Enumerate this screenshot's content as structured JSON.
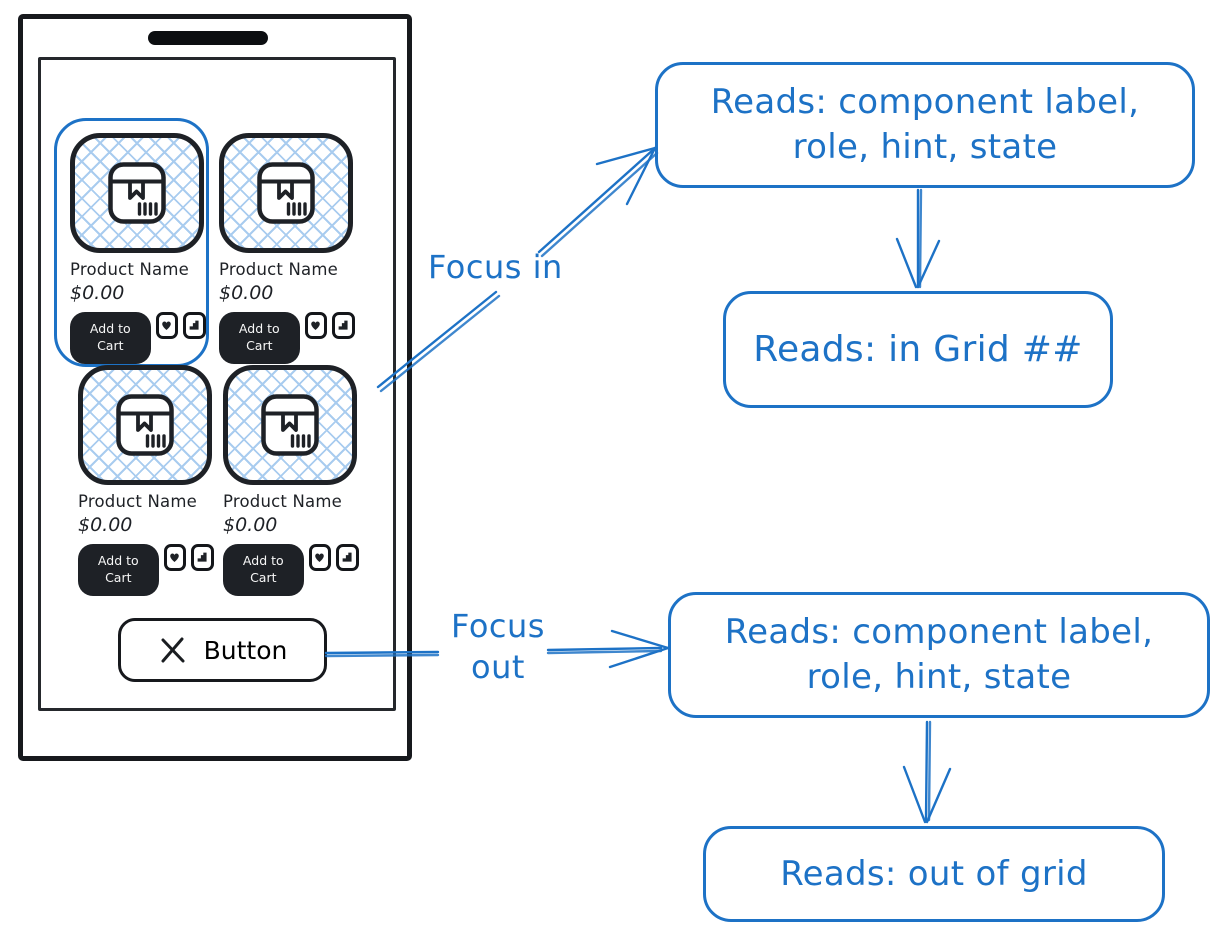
{
  "colors": {
    "ink": "#1e2126",
    "blue": "#1d72c6",
    "hatch": "#a9ccef",
    "btn-bg": "#1e2126",
    "btn-text": "#f7f7f7"
  },
  "phone": {
    "products": [
      {
        "name": "Product Name",
        "price": "$0.00",
        "add_to_cart_line1": "Add to",
        "add_to_cart_line2": "Cart"
      },
      {
        "name": "Product Name",
        "price": "$0.00",
        "add_to_cart_line1": "Add to",
        "add_to_cart_line2": "Cart"
      },
      {
        "name": "Product Name",
        "price": "$0.00",
        "add_to_cart_line1": "Add to",
        "add_to_cart_line2": "Cart"
      },
      {
        "name": "Product Name",
        "price": "$0.00",
        "add_to_cart_line1": "Add to",
        "add_to_cart_line2": "Cart"
      }
    ],
    "bottom_button": {
      "label": "Button"
    }
  },
  "icons": {
    "product_placeholder": "package-icon",
    "favorite": "heart-icon",
    "stats": "stats-icon",
    "bottom_button_glyph": "x-icon"
  },
  "annotations": {
    "focus_in_label": "Focus in",
    "focus_out_line1": "Focus",
    "focus_out_line2": "out",
    "reads_component_top_line1": "Reads: component label,",
    "reads_component_top_line2": "role, hint, state",
    "reads_in_grid": "Reads: in Grid ##",
    "reads_component_bottom_line1": "Reads: component label,",
    "reads_component_bottom_line2": "role, hint, state",
    "reads_out_of_grid": "Reads: out of grid"
  }
}
